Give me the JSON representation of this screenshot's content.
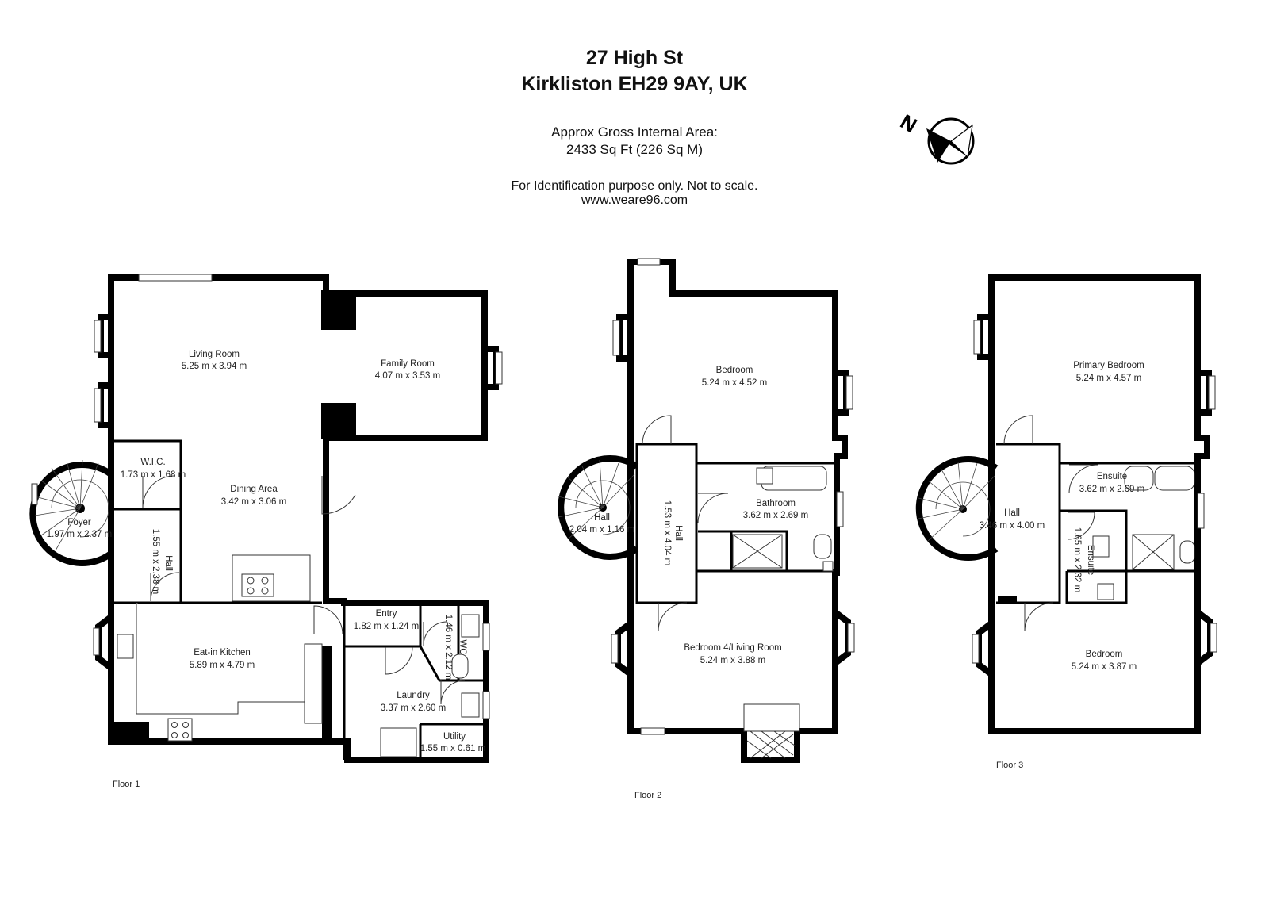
{
  "header": {
    "address_line1": "27 High St",
    "address_line2": "Kirkliston EH29 9AY, UK",
    "area_line1": "Approx Gross Internal Area:",
    "area_line2": "2433 Sq Ft (226 Sq M)",
    "note_line1": "For Identification purpose only. Not to scale.",
    "note_line2": "www.weare96.com"
  },
  "compass": {
    "north_letter": "N"
  },
  "floors": [
    {
      "label": "Floor 1",
      "rooms": [
        {
          "name": "Living Room",
          "dims": "5.25 m x 3.94 m"
        },
        {
          "name": "Family Room",
          "dims": "4.07 m x 3.53 m"
        },
        {
          "name": "W.I.C.",
          "dims": "1.73 m x 1.68 m"
        },
        {
          "name": "Dining Area",
          "dims": "3.42 m x 3.06 m"
        },
        {
          "name": "Foyer",
          "dims": "1.97 m x 2.37 m"
        },
        {
          "name": "Hall",
          "dims": "1.55 m x 2.38 m"
        },
        {
          "name": "Entry",
          "dims": "1.82 m x 1.24 m"
        },
        {
          "name": "WC",
          "dims": "1.46 m x 2.12 m"
        },
        {
          "name": "Eat-in Kitchen",
          "dims": "5.89 m x 4.79 m"
        },
        {
          "name": "Laundry",
          "dims": "3.37 m x 2.60 m"
        },
        {
          "name": "Utility",
          "dims": "1.55 m x 0.61 m"
        }
      ]
    },
    {
      "label": "Floor 2",
      "rooms": [
        {
          "name": "Bedroom",
          "dims": "5.24 m x 4.52 m"
        },
        {
          "name": "Bathroom",
          "dims": "3.62 m x 2.69 m"
        },
        {
          "name": "Hall",
          "dims": "2.04 m x 1.16 m"
        },
        {
          "name": "Hall",
          "dims": "1.53 m x 4.04 m"
        },
        {
          "name": "Bedroom 4/Living Room",
          "dims": "5.24 m x 3.88 m"
        }
      ]
    },
    {
      "label": "Floor 3",
      "rooms": [
        {
          "name": "Primary Bedroom",
          "dims": "5.24 m x 4.57 m"
        },
        {
          "name": "Ensuite",
          "dims": "3.62 m x 2.69 m"
        },
        {
          "name": "Hall",
          "dims": "3.46 m x 4.00 m"
        },
        {
          "name": "Ensuite",
          "dims": "1.65 m x 2.32 m"
        },
        {
          "name": "Bedroom",
          "dims": "5.24 m x 3.87 m"
        }
      ]
    }
  ]
}
